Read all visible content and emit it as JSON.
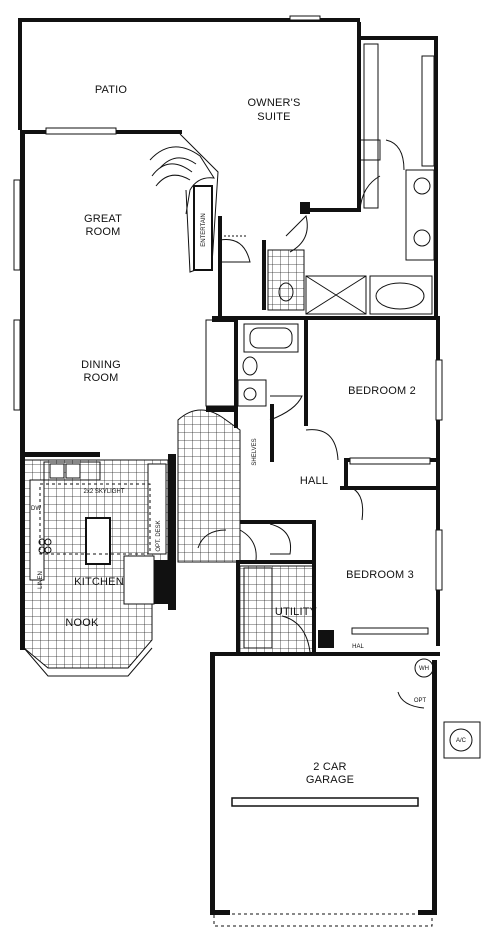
{
  "rooms": {
    "patio": "PATIO",
    "owners_suite_1": "OWNER'S",
    "owners_suite_2": "SUITE",
    "great_room_1": "GREAT",
    "great_room_2": "ROOM",
    "entertain": "ENTERTAIN",
    "dining_1": "DINING",
    "dining_2": "ROOM",
    "bedroom2": "BEDROOM 2",
    "bedroom3": "BEDROOM 3",
    "hall": "HALL",
    "kitchen": "KITCHEN",
    "nook": "NOOK",
    "utility": "UTILITY",
    "garage_1": "2 CAR",
    "garage_2": "GARAGE"
  },
  "fixtures": {
    "skylight": "2x2 SKYLIGHT",
    "dw": "DW",
    "linen": "LINEN",
    "shelves": "SHELVES",
    "opt_desk": "OPT. DESK",
    "wh": "WH",
    "ac": "A/C",
    "opt": "OPT",
    "hal": "HAL"
  }
}
